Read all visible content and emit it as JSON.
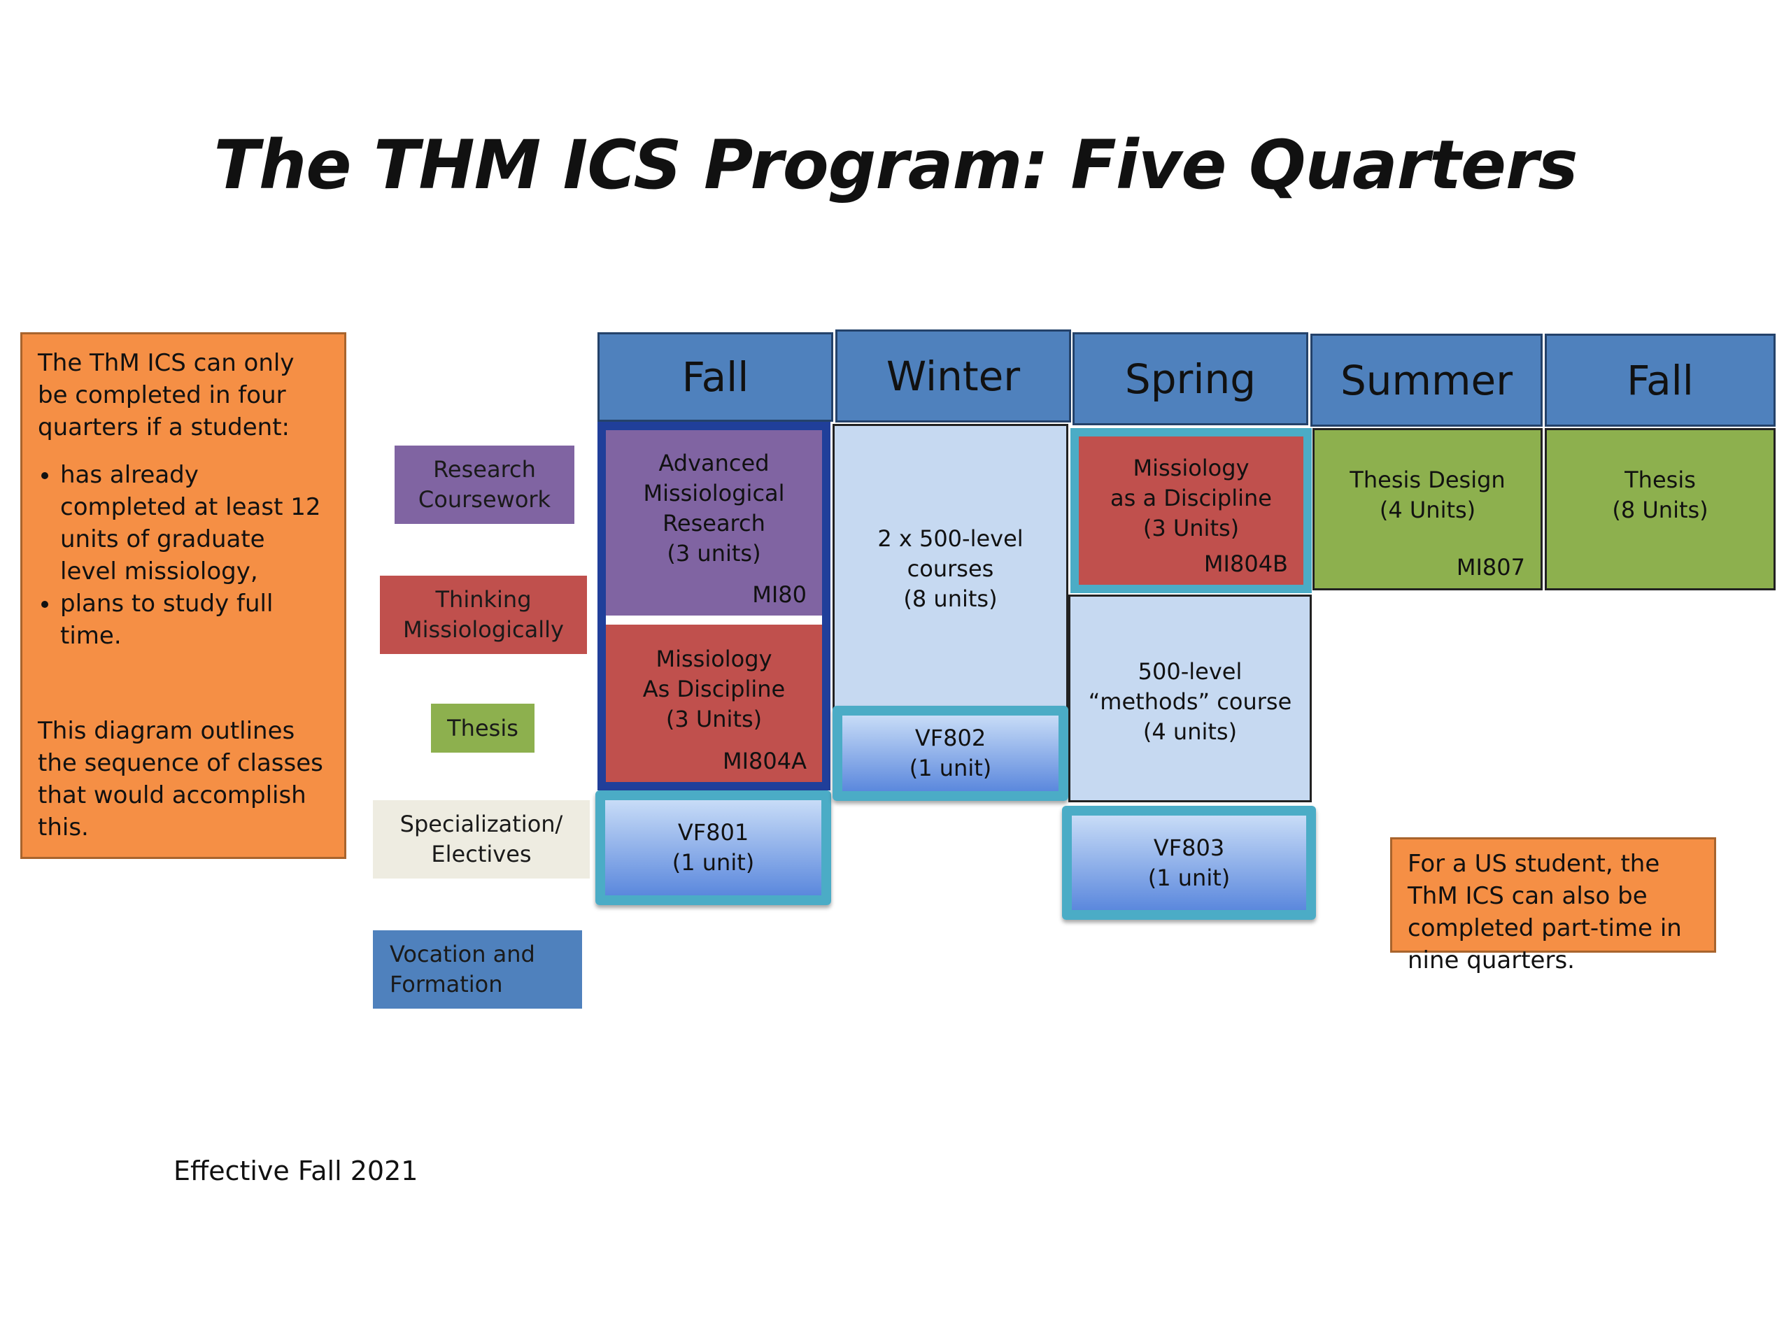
{
  "title": "The THM ICS Program: Five Quarters",
  "left_note": {
    "intro": "The ThM ICS can only be completed in four quarters if a student:",
    "bullets": [
      "has already completed at least 12 units of graduate level missiology,",
      "plans to study full time."
    ],
    "outro": "This diagram outlines the sequence of classes that would accomplish this."
  },
  "legend": [
    {
      "label": "Research\nCoursework",
      "color": "#8064a2"
    },
    {
      "label": "Thinking\nMissiologically",
      "color": "#c0504d"
    },
    {
      "label": "Thesis",
      "color": "#8db04e"
    },
    {
      "label": "Specialization/\nElectives",
      "color": "#eeece1"
    },
    {
      "label": "Vocation and\nFormation",
      "color": "#4f81bd"
    }
  ],
  "quarters": [
    "Fall",
    "Winter",
    "Spring",
    "Summer",
    "Fall"
  ],
  "courses": {
    "fall_research": {
      "text": "Advanced\nMissiological\nResearch\n(3 units)",
      "code": "MI80"
    },
    "fall_thinking": {
      "text": "Missiology\nAs Discipline\n(3 Units)",
      "code": "MI804A"
    },
    "fall_vf": {
      "text": "VF801\n(1 unit)"
    },
    "winter_electives": {
      "text": "2 x 500-level\ncourses\n(8 units)"
    },
    "winter_vf": {
      "text": "VF802\n(1 unit)"
    },
    "spring_thinking": {
      "text": "Missiology\nas a Discipline\n(3 Units)",
      "code": "MI804B"
    },
    "spring_methods": {
      "text": "500-level\n“methods” course\n(4 units)"
    },
    "spring_vf": {
      "text": "VF803\n(1 unit)"
    },
    "summer_thesis": {
      "text": "Thesis Design\n(4 Units)",
      "code": "MI807"
    },
    "fall2_thesis": {
      "text": "Thesis\n(8 Units)"
    }
  },
  "right_note": "For a US student, the ThM ICS can also be completed part-time in nine quarters.",
  "footer": "Effective Fall 2021"
}
